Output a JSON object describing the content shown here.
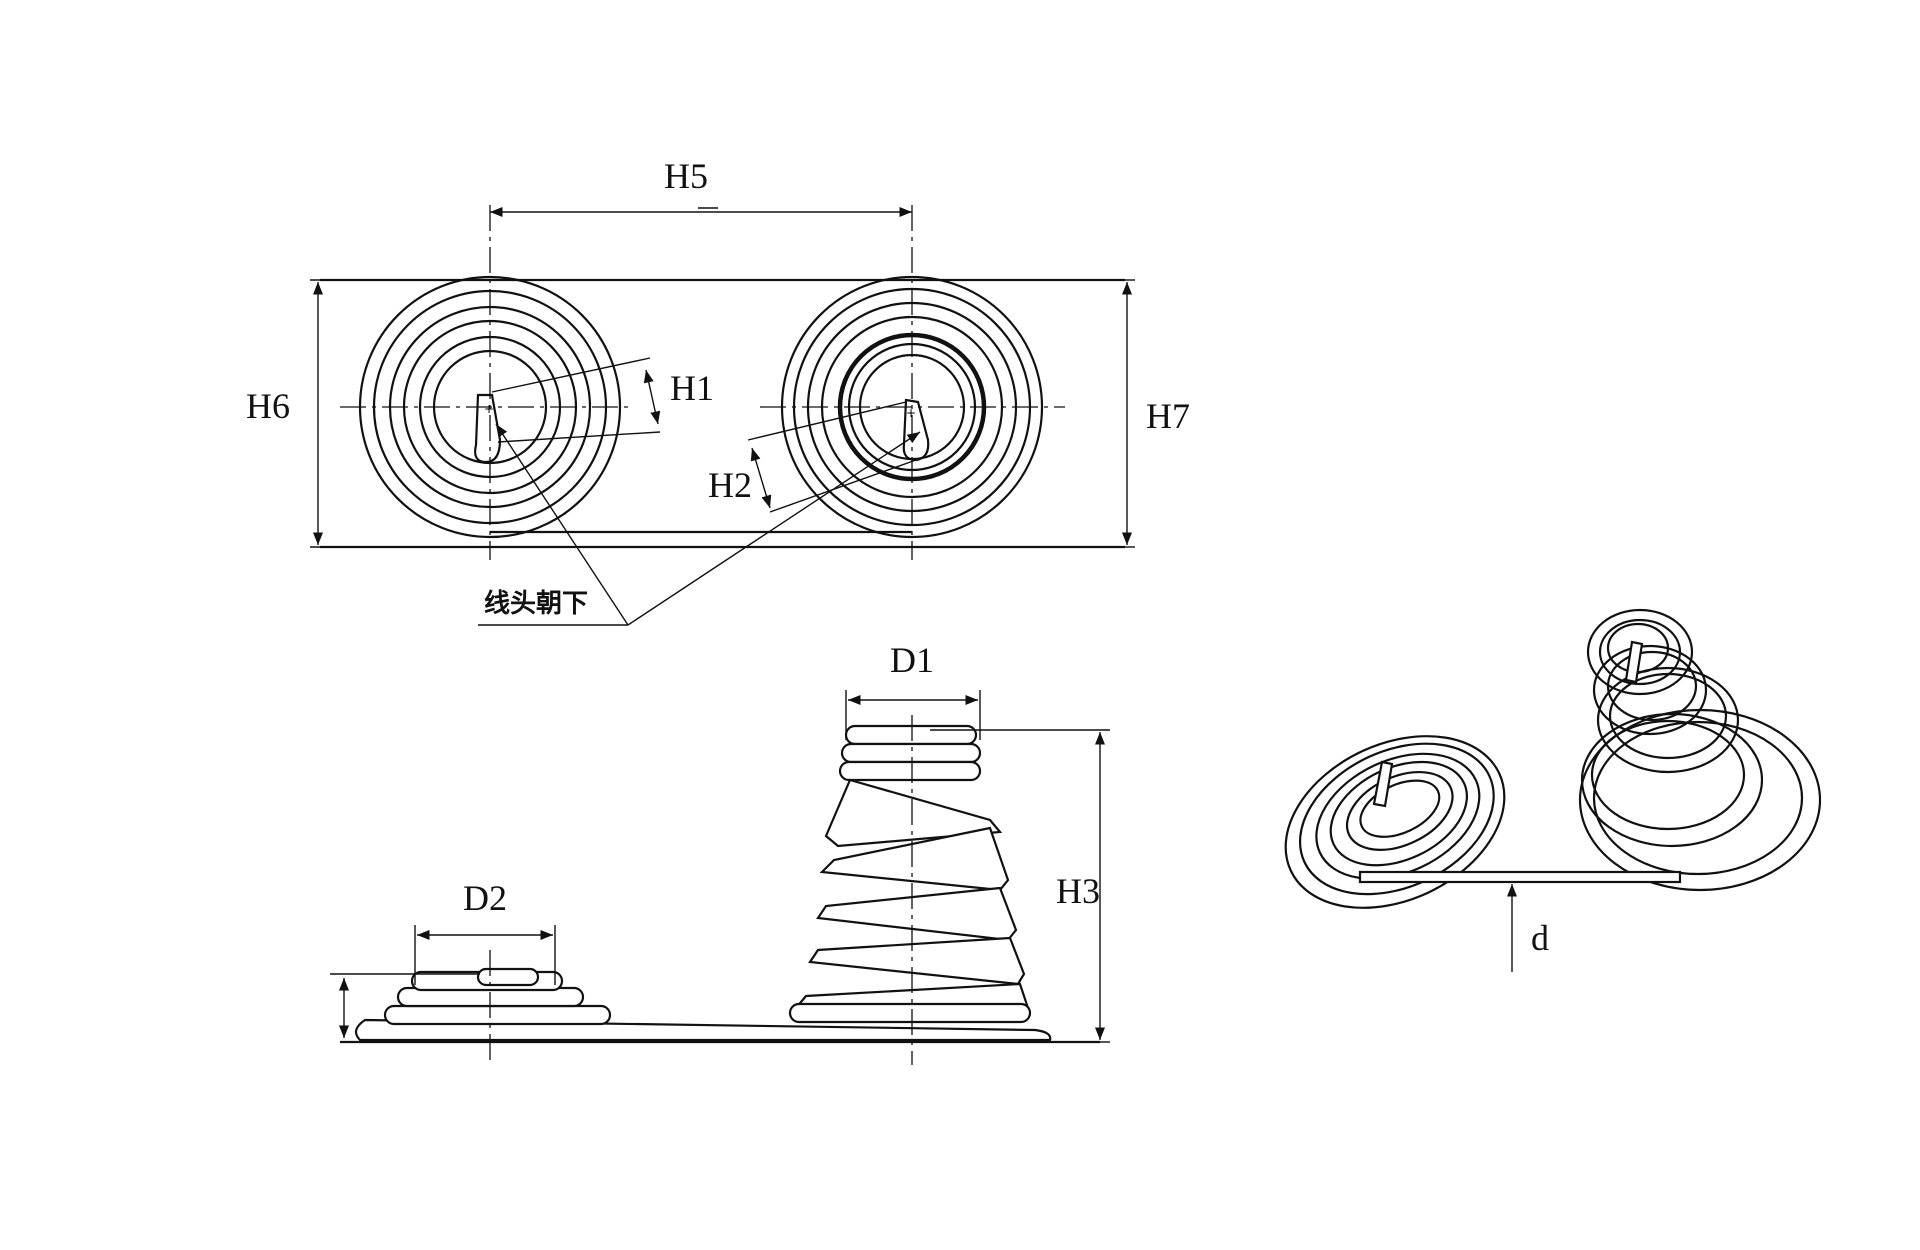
{
  "labels": {
    "h5": "H5",
    "h6": "H6",
    "h7": "H7",
    "h1": "H1",
    "h2": "H2",
    "h3": "H3",
    "d1": "D1",
    "d2": "D2",
    "d": "d",
    "note": "线头朝下"
  }
}
